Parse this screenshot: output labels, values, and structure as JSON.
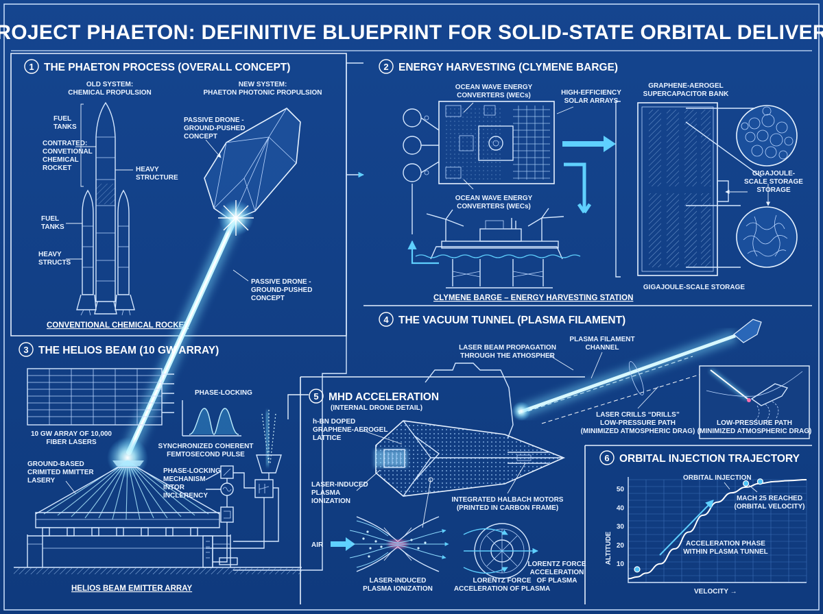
{
  "title": "PROJECT PHAETON: DEFINITIVE BLUEPRINT FOR SOLID-STATE ORBITAL DELIVERY",
  "colors": {
    "background": "#123f86",
    "line": "#d6e8ff",
    "beam": "#7fe0ff",
    "accent": "#4fc3f7"
  },
  "s1": {
    "num": "1",
    "title": "THE PHAETON PROCESS (OVERALL CONCEPT)",
    "old_head1": "OLD SYSTEM:",
    "old_head2": "CHEMICAL PROPULSION",
    "new_head1": "NEW SYSTEM:",
    "new_head2": "PHAETON PHOTONIC PROPULSION",
    "fuel1_a": "FUEL",
    "fuel1_b": "TANKS",
    "contr_a": "CONTRATED:",
    "contr_b": "CONVETIONAL",
    "contr_c": "CHEMICAL",
    "contr_d": "ROCKET",
    "heavy_a": "HEAVY",
    "heavy_b": "STRUCTURE",
    "fuel2_a": "FUEL",
    "fuel2_b": "TANKS",
    "hs_a": "HEAVY",
    "hs_b": "STRUCTS",
    "drone1_a": "PASSIVE DRONE -",
    "drone1_b": "GROUND-PUSHED",
    "drone1_c": "CONCEPT",
    "drone2_a": "PASSIVE DRONE -",
    "drone2_b": "GROUND-PUSHED",
    "drone2_c": "CONCEPT",
    "caption": "CONVENTIONAL CHEMICAL ROCKET"
  },
  "s2": {
    "num": "2",
    "title": "ENERGY HARVESTING (CLYMENE BARGE)",
    "wec1_a": "OCEAN WAVE ENERGY",
    "wec1_b": "CONVERTERS (WECs)",
    "solar_a": "HIGH-EFFICIENCY",
    "solar_b": "SOLAR ARRAYS",
    "wec2_a": "OCEAN WAVE ENERGY",
    "wec2_b": "CONVERTERS (WECs)",
    "bank_a": "GRAPHENE-AEROGEL",
    "bank_b": "SUPERCAPACITOR BANK",
    "giga1_a": "GIGAJOULE-",
    "giga1_b": "SCALE STORAGE",
    "giga1_c": "STORAGE",
    "giga2": "GIGAJOULE-SCALE STORAGE",
    "caption": "CLYMENE BARGE – ENERGY HARVESTING STATION"
  },
  "s3": {
    "num": "3",
    "title": "THE HELIOS BEAM (10 GW ARRAY)",
    "phase": "PHASE-LOCKING",
    "array_a": "10 GW ARRAY OF 10,000",
    "array_b": "FIBER LASERS",
    "sync_a": "SYNCHRONIZED COHERENT",
    "sync_b": "FEMTOSECOND PULSE",
    "ground_a": "GROUND-BASED",
    "ground_b": "CRIMITED MMITTER",
    "ground_c": "LASERY",
    "mech_a": "PHASE-LOCKING",
    "mech_b": "MECHANISM",
    "mech_c": "INTOR",
    "mech_d": "INCLERENCY",
    "caption": "HELIOS BEAM EMITTER ARRAY"
  },
  "s4": {
    "num": "4",
    "title": "THE VACUUM TUNNEL (PLASMA FILAMENT)",
    "prop_a": "LASER BEAM PROPAGATION",
    "prop_b": "THROUGH THE ATHOSPHER",
    "fil_a": "PLASMA FILAMENT",
    "fil_b": "CHANNEL",
    "drill_a": "LASER CRILLS “DRILLS”",
    "drill_b": "LOW-PRESSURE PATH",
    "drill_c": "(MINIMIZED ATMOSPHERIC DRAG)",
    "low_a": "LOW-PRESSURE PATH",
    "low_b": "(MINIMIZED ATMOSPHERIC DRAG)"
  },
  "s5": {
    "num": "5",
    "title": "MHD ACCELERATION",
    "subtitle": "(INTERNAL DRONE DETAIL)",
    "hbn_a": "h-BN DOPED",
    "hbn_b": "GRAPHENE-AEROGEL",
    "hbn_c": "LATTICE",
    "laser_a": "LASER-INDUCED",
    "laser_b": "PLASMA",
    "laser_c": "IONIZATION",
    "halbach_a": "INTEGRATED HALBACH MOTORS",
    "halbach_b": "(PRINTED IN CARBON FRAME)",
    "air": "AIR",
    "ion_a": "LASER-INDUCED",
    "ion_b": "PLASMA IONIZATION",
    "lor1_a": "LORENTZ FORCE",
    "lor1_b": "ACCELERATION OF PLASMA",
    "lor2_a": "LORENTZ FORCE",
    "lor2_b": "ACCELERATION",
    "lor2_c": "OF PLASMA"
  },
  "s6": {
    "num": "6",
    "title": "ORBITAL INJECTION TRAJECTORY",
    "injection": "ORBITAL INJECTION",
    "mach_a": "MACH 25 REACHED",
    "mach_b": "(ORBITAL VELOCITY)",
    "accel_a": "ACCELERATION PHASE",
    "accel_b": "WITHIN PLASMA TUNNEL"
  },
  "chart_data": {
    "type": "line",
    "title": "ORBITAL INJECTION TRAJECTORY",
    "xlabel": "VELOCITY →",
    "ylabel": "ALTITUDE",
    "yticks": [
      "10",
      "20",
      "30",
      "40",
      "50"
    ],
    "ylim": [
      0,
      55
    ],
    "grid": true,
    "series": [
      {
        "x": [
          0.0,
          0.05,
          0.1,
          0.18,
          0.26,
          0.34,
          0.42,
          0.5,
          0.58,
          0.66,
          0.74,
          0.82,
          0.9,
          1.0
        ],
        "y": [
          2,
          3,
          5,
          10,
          18,
          27,
          36,
          43,
          48,
          51,
          53,
          54,
          54.5,
          55
        ]
      }
    ],
    "markers": [
      {
        "x": 0.05,
        "y": 7
      },
      {
        "x": 0.66,
        "y": 53
      },
      {
        "x": 0.74,
        "y": 54
      }
    ]
  }
}
